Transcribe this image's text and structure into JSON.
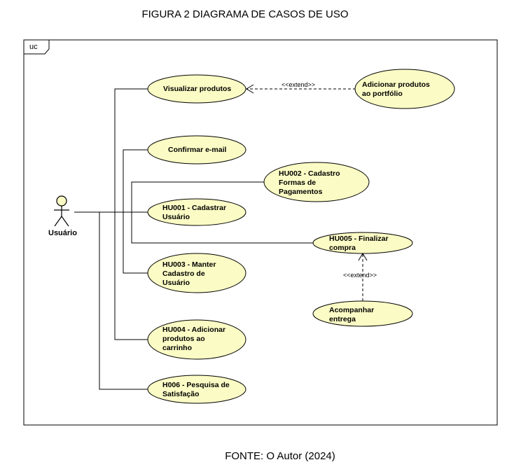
{
  "figure_title": "FIGURA 2 DIAGRAMA DE CASOS DE USO",
  "footer": "FONTE: O Autor (2024)",
  "frame_label": "uc",
  "actor": {
    "name": "Usuário"
  },
  "use_cases": {
    "visualizar": "Visualizar produtos",
    "adicionar_portfolio": [
      "Adicionar produtos",
      "ao portfólio"
    ],
    "confirmar_email": "Confirmar e-mail",
    "hu002": [
      "HU002 - Cadastro",
      "Formas de",
      "Pagamentos"
    ],
    "hu001": [
      "HU001 - Cadastrar",
      "Usuário"
    ],
    "hu005": [
      "HU005 - Finalizar",
      "compra"
    ],
    "hu003": [
      "HU003 - Manter",
      "Cadastro de",
      "Usuário"
    ],
    "acompanhar": [
      "Acompanhar",
      "entrega"
    ],
    "hu004": [
      "HU004 - Adicionar",
      "produtos ao",
      "carrinho"
    ],
    "h006": [
      "H006 - Pesquisa de",
      "Satisfação"
    ]
  },
  "relations": {
    "extend_top": "<<extend>>",
    "extend_right": "<<extend>>"
  },
  "colors": {
    "usecase_fill": "#fbfbc5",
    "stroke": "#000000"
  }
}
